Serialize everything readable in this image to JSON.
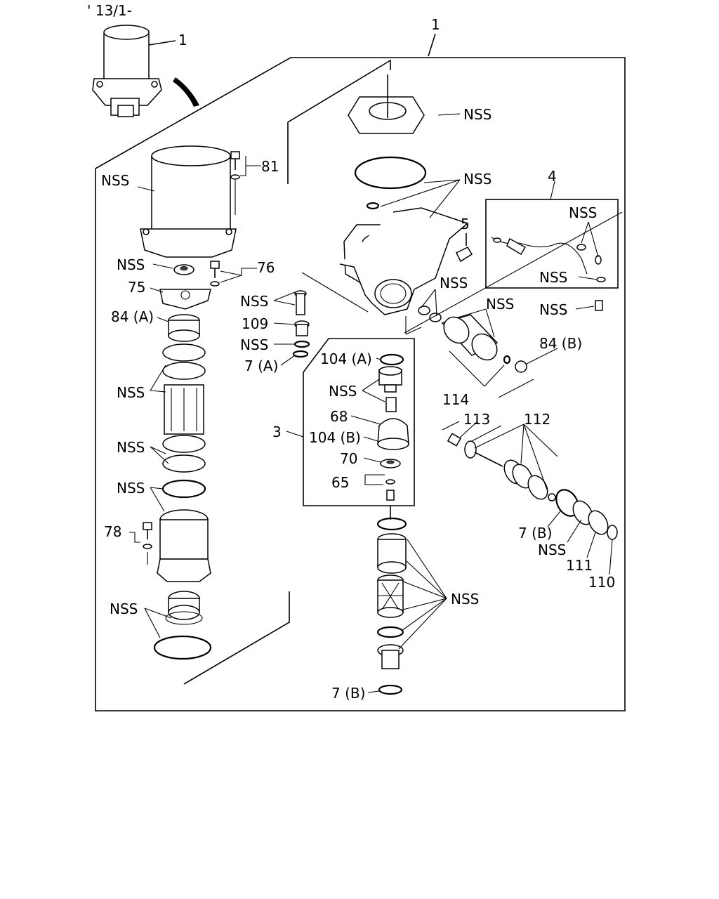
{
  "sheet_ref": "' 13/1-",
  "assembly_callout": "1",
  "callouts": {
    "dryer_overview": "1",
    "sub_assembly_3": "3",
    "sub_assembly_4": "4",
    "p5": "5",
    "p7a": "7 (A)",
    "p7b_right": "7 (B)",
    "p7b_bottom": "7 (B)",
    "p65": "65",
    "p68": "68",
    "p70": "70",
    "p75": "75",
    "p76": "76",
    "p78": "78",
    "p81": "81",
    "p84a": "84 (A)",
    "p84b": "84 (B)",
    "p104a": "104 (A)",
    "p104b": "104 (B)",
    "p109": "109",
    "p110": "110",
    "p111": "111",
    "p112": "112",
    "p113": "113",
    "p114": "114"
  },
  "nss_label": "NSS"
}
